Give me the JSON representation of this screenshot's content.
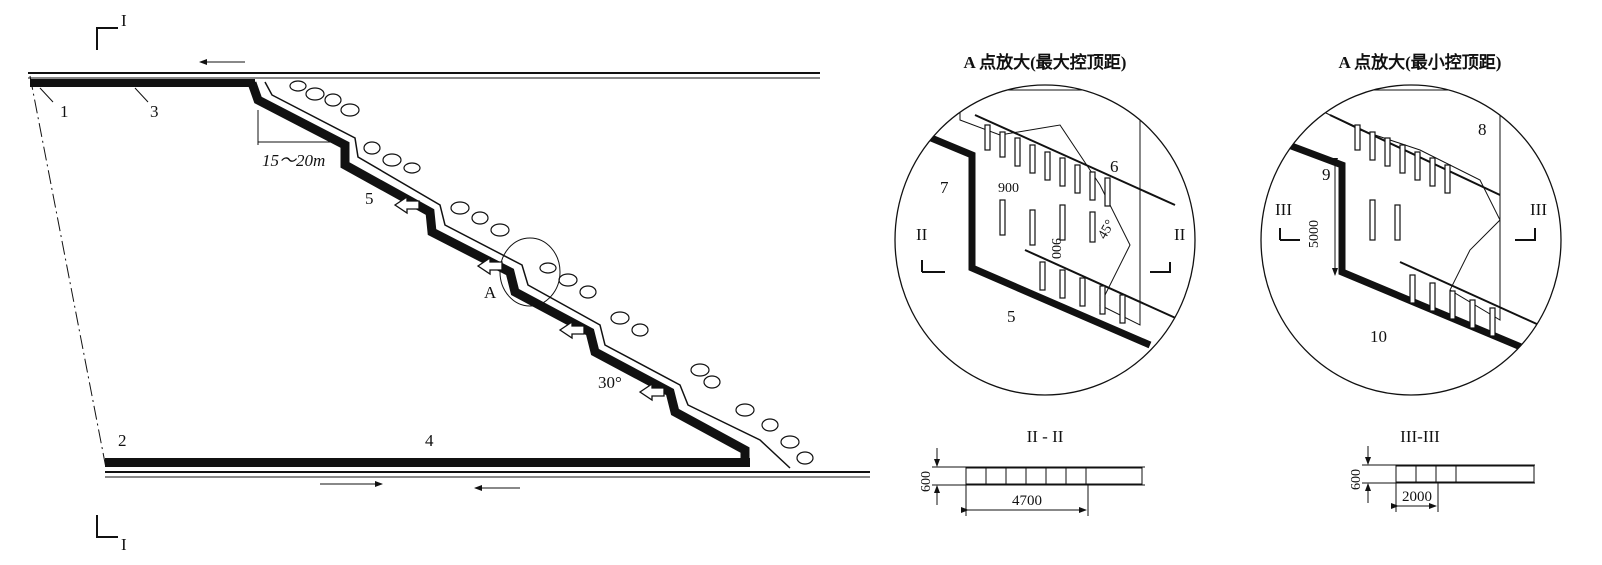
{
  "main_view": {
    "section_mark_top": "I",
    "section_mark_bottom": "I",
    "labels": [
      "1",
      "2",
      "3",
      "4",
      "5"
    ],
    "spacing": "15～20m",
    "angle": "30°",
    "detail_point": "A"
  },
  "detail_max": {
    "title": "A  点放大(最大控顶距)",
    "labels": [
      "6",
      "7",
      "5"
    ],
    "dim_h": "900",
    "dim_v": "900",
    "angle": "45°",
    "section_mark": "II"
  },
  "detail_min": {
    "title": "A  点放大(最小控顶距)",
    "labels": [
      "8",
      "9",
      "10"
    ],
    "dim_v": "5000",
    "section_mark": "III"
  },
  "section_2": {
    "title": "II - II",
    "height": "600",
    "width": "4700"
  },
  "section_3": {
    "title": "III-III",
    "height": "600",
    "width": "2000"
  }
}
